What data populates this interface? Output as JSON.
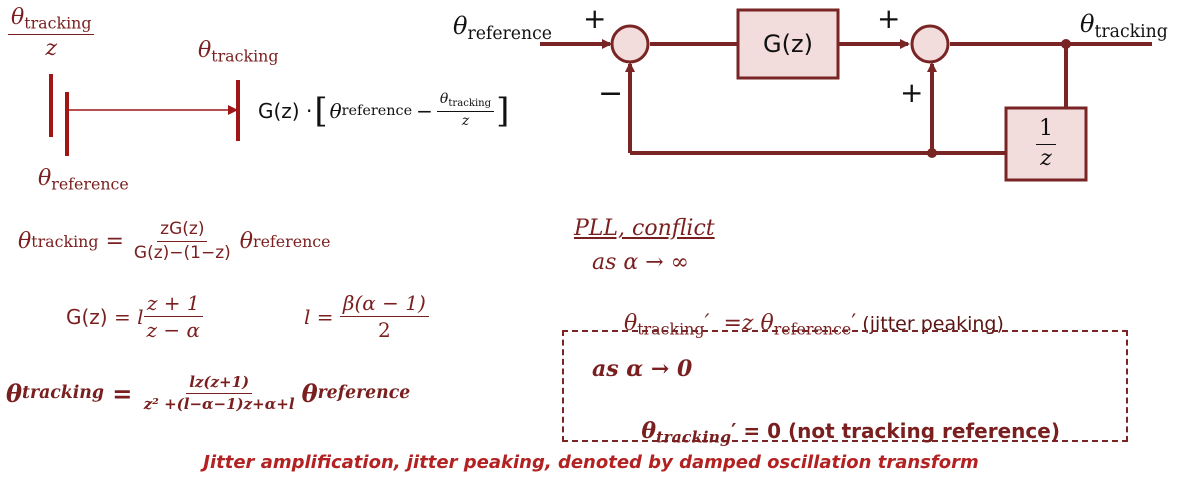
{
  "colors": {
    "accent": "#8b2a2a",
    "dark_text": "#5a1515",
    "block_fill": "#f2dcdc",
    "black": "#111111"
  },
  "timing_sketch": {
    "top_label_frac_num": "θ",
    "top_label_frac_num_sub": "tracking",
    "top_label_frac_den": "z",
    "mid_label": "θ",
    "mid_label_sub": "tracking",
    "bottom_label": "θ",
    "bottom_label_sub": "reference",
    "expr_G": "G(z) · ",
    "expr_theta": "θ",
    "expr_theta_sub": "reference",
    "expr_minus": " − ",
    "expr_frac_num": "θ",
    "expr_frac_num_sub": "tracking",
    "expr_frac_den": "z"
  },
  "block_diagram": {
    "input_label": "θ",
    "input_label_sub": "reference",
    "output_label": "θ",
    "output_label_sub": "tracking",
    "g_block": "G(z)",
    "feedback_num": "1",
    "feedback_den": "z",
    "sign_plus_1": "+",
    "sign_minus_1": "−",
    "sign_plus_2": "+",
    "sign_plus_3": "+"
  },
  "equations": {
    "eq1_lhs": "θ",
    "eq1_lhs_sub": "tracking",
    "eq1_eq": " = ",
    "eq1_num": "zG(z)",
    "eq1_den": "G(z)−(1−z)",
    "eq1_rhs": "θ",
    "eq1_rhs_sub": "reference",
    "eq2_lhs": "G(z)",
    "eq2_eq": " = l",
    "eq2_num": "z + 1",
    "eq2_den": "z − α",
    "eq3_lhs": "l = ",
    "eq3_num": "β(α − 1)",
    "eq3_den": "2",
    "eq4_lhs": "θ",
    "eq4_lhs_sub": "tracking",
    "eq4_eq": " = ",
    "eq4_num": "lz(z+1)",
    "eq4_den": "z² +(l−α−1)z+α+l",
    "eq4_rhs": "θ",
    "eq4_rhs_sub": "reference"
  },
  "conflict": {
    "title": "PLL, conflict",
    "limit1": "as α → ∞",
    "line2_theta": "θ",
    "line2_sub": "tracking",
    "line2_mid": "′  =z θ",
    "line2_sub2": "reference",
    "line2_tail": "′",
    "line2_note": " (jitter peaking)",
    "box_line1": "as α → 0",
    "box_theta": "θ",
    "box_sub": "tracking",
    "box_rest": "′ = 0 (not tracking reference)"
  },
  "caption": "Jitter amplification, jitter peaking, denoted by damped oscillation transform"
}
